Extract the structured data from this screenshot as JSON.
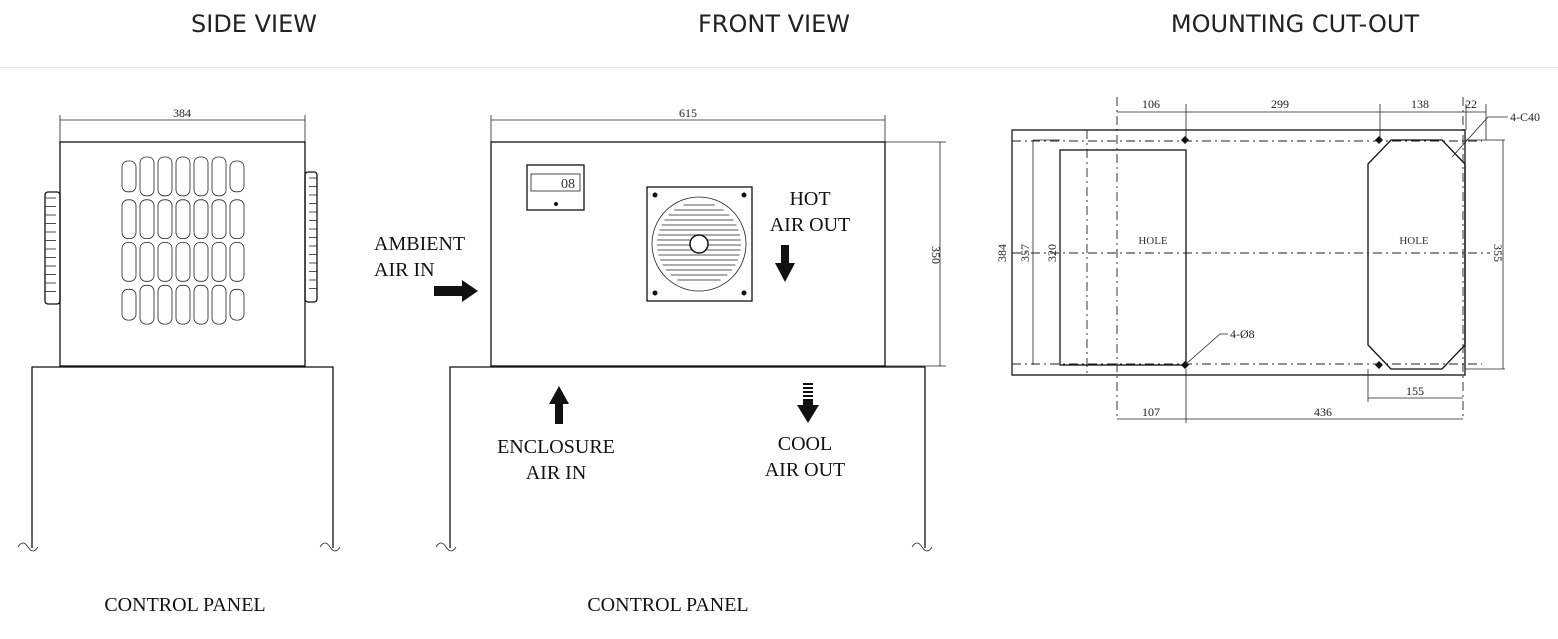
{
  "header": {
    "side_view": "SIDE VIEW",
    "front_view": "FRONT VIEW",
    "mounting_cutout": "MOUNTING CUT-OUT"
  },
  "side_view": {
    "width_dim": "384",
    "caption": "CONTROL PANEL"
  },
  "front_view": {
    "width_dim": "615",
    "height_dim": "350",
    "display_value": "08",
    "ambient_line1": "AMBIENT",
    "ambient_line2": "AIR IN",
    "hot_line1": "HOT",
    "hot_line2": "AIR OUT",
    "enclosure_line1": "ENCLOSURE",
    "enclosure_line2": "AIR IN",
    "cool_line1": "COOL",
    "cool_line2": "AIR OUT",
    "caption": "CONTROL PANEL"
  },
  "cutout": {
    "top_dims": [
      "106",
      "299",
      "138",
      "22"
    ],
    "corner_note": "4-C40",
    "left_dims": [
      "384",
      "357",
      "320"
    ],
    "right_dim": "355",
    "hole_note": "4-Ø8",
    "hole_left": "HOLE",
    "hole_right": "HOLE",
    "bottom_dim_right": "155",
    "bottom_dims": [
      "107",
      "436"
    ]
  }
}
